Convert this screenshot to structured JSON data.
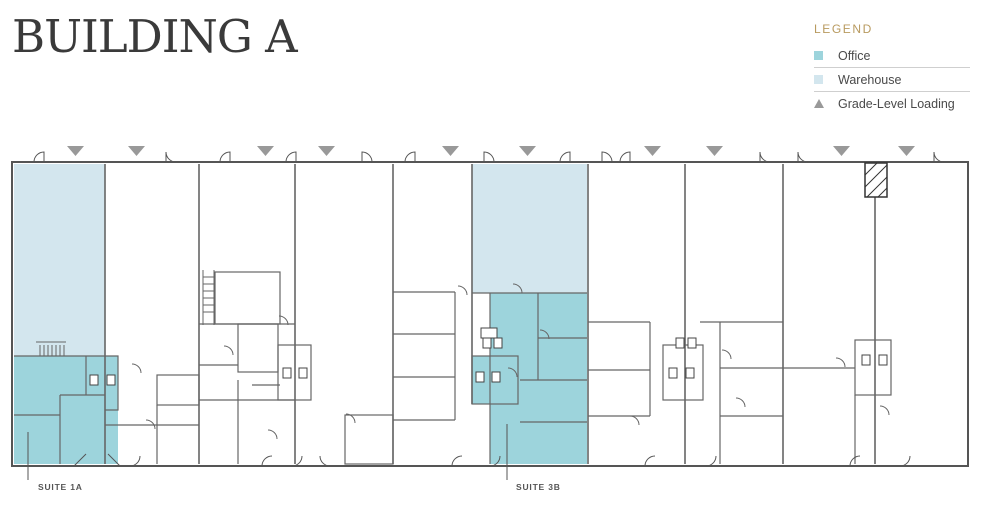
{
  "title": "BUILDING A",
  "legend": {
    "heading": "LEGEND",
    "items": [
      {
        "label": "Office",
        "swatch": "square",
        "color": "#9dd4dc"
      },
      {
        "label": "Warehouse",
        "swatch": "square",
        "color": "#d3e6ee"
      },
      {
        "label": "Grade-Level Loading",
        "swatch": "triangle",
        "color": "#999999"
      }
    ]
  },
  "suites": [
    {
      "label": "SUITE 1A"
    },
    {
      "label": "SUITE 3B"
    }
  ],
  "colors": {
    "office": "#9dd4dc",
    "warehouse": "#d3e6ee",
    "wall": "#555555",
    "loading": "#999999"
  }
}
